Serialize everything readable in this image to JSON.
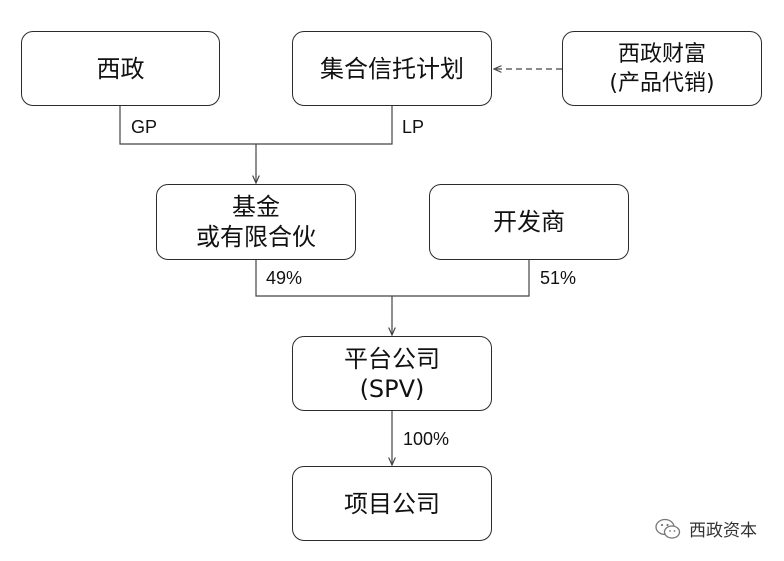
{
  "nodes": {
    "xizheng": {
      "line1": "西政"
    },
    "trust": {
      "line1": "集合信托计划"
    },
    "wealth": {
      "line1": "西政财富",
      "line2": "(产品代销)"
    },
    "fund": {
      "line1": "基金",
      "line2": "或有限合伙"
    },
    "developer": {
      "line1": "开发商"
    },
    "spv": {
      "line1": "平台公司",
      "line2": "(SPV)"
    },
    "project": {
      "line1": "项目公司"
    }
  },
  "edge_labels": {
    "gp": "GP",
    "lp": "LP",
    "fund_share": "49%",
    "developer_share": "51%",
    "spv_share": "100%"
  },
  "watermark": {
    "icon": "wechat-icon",
    "text": "西政资本"
  },
  "colors": {
    "line": "#2b2b2b",
    "text": "#111111"
  }
}
